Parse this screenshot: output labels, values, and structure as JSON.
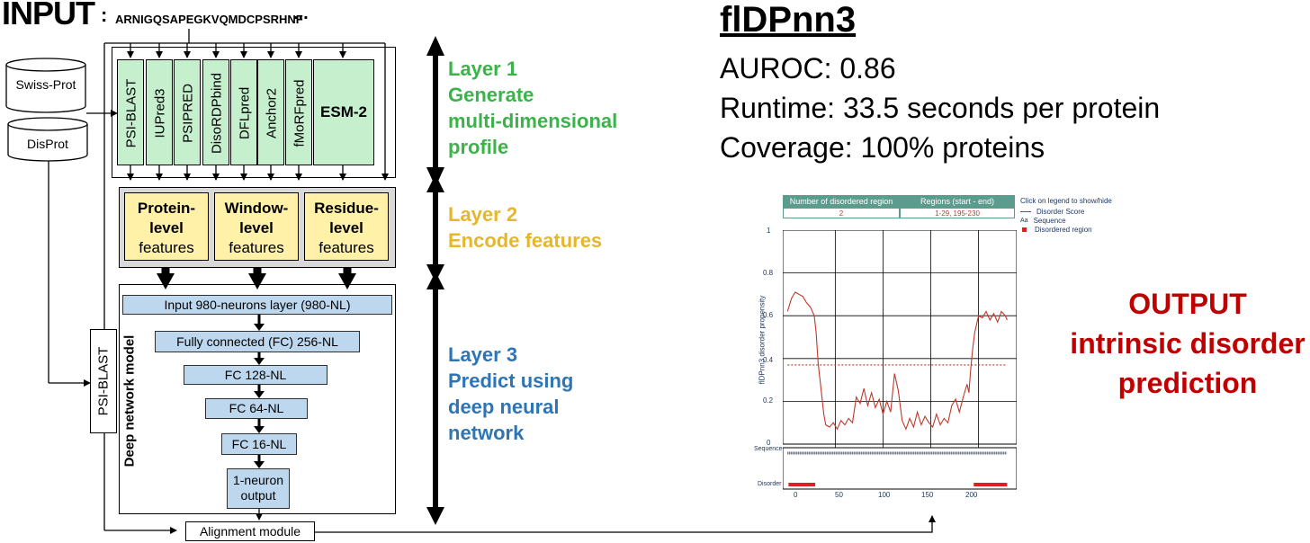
{
  "input": {
    "title": "INPUT",
    "colon": ":",
    "sequence": "ARNIGQSAPEGKVQMDCPSRHNF",
    "ellipsis": "..."
  },
  "databases": [
    "Swiss-Prot",
    "DisProt"
  ],
  "tools": [
    "PSI-BLAST",
    "IUPred3",
    "PSIPRED",
    "DisoRDPbind",
    "DFLpred",
    "Anchor2",
    "fMoRFpred"
  ],
  "esm_label": "ESM-2",
  "features": [
    {
      "bold1": "Protein-",
      "bold2": "level",
      "plain": "features"
    },
    {
      "bold1": "Window-",
      "bold2": "level",
      "plain": "features"
    },
    {
      "bold1": "Residue-",
      "bold2": "level",
      "plain": "features"
    }
  ],
  "network": {
    "title": "Deep network model",
    "layers": [
      "Input 980-neurons layer (980-NL)",
      "Fully connected (FC) 256-NL",
      "FC 128-NL",
      "FC 64-NL",
      "FC 16-NL"
    ],
    "output_line1": "1-neuron",
    "output_line2": "output"
  },
  "side_psiblast": "PSI-BLAST",
  "alignment_label": "Alignment module",
  "layer_labels": [
    {
      "lines": [
        "Layer 1",
        "Generate",
        "multi-dimensional",
        "profile"
      ],
      "color": "#3cb34a"
    },
    {
      "lines": [
        "Layer 2",
        "Encode features"
      ],
      "color": "#e5b72b"
    },
    {
      "lines": [
        "Layer 3",
        "Predict using",
        "deep neural",
        "network"
      ],
      "color": "#2e75b6"
    }
  ],
  "right": {
    "title": "flDPnn3",
    "auroc": "AUROC: 0.86",
    "runtime": "Runtime: 33.5 seconds per protein",
    "coverage": "Coverage: 100% proteins",
    "output_lines": [
      "OUTPUT",
      "intrinsic disorder",
      "prediction"
    ]
  },
  "plot": {
    "table_headers": [
      "Number of disordered region",
      "Regions (start - end)"
    ],
    "table_values": [
      "2",
      "1-29, 195-230"
    ],
    "legend_title": "Click on legend to show/hide",
    "legend_items": [
      "Disorder Score",
      "Sequence",
      "Disordered region"
    ],
    "legend_aa": "Aa",
    "ylabel": "flDPnn3 disorder propensity",
    "yticks": [
      "1",
      "0.8",
      "0.6",
      "0.4",
      "0.2",
      "0"
    ],
    "xticks": [
      "0",
      "50",
      "100",
      "150",
      "200"
    ],
    "track_labels": [
      "Sequence",
      "Disorder"
    ],
    "colors": {
      "line": "#c0392b",
      "header": "#5b9c8f"
    }
  },
  "chart_data": {
    "type": "line",
    "ylabel": "flDPnn3 disorder propensity",
    "ylim": [
      0,
      1
    ],
    "xlim": [
      -5,
      240
    ],
    "threshold": 0.37,
    "disordered_regions": [
      [
        1,
        29
      ],
      [
        195,
        230
      ]
    ],
    "x": [
      0,
      4,
      8,
      12,
      16,
      20,
      24,
      28,
      30,
      32,
      34,
      36,
      38,
      40,
      44,
      48,
      52,
      56,
      60,
      64,
      68,
      72,
      76,
      80,
      84,
      88,
      92,
      96,
      100,
      104,
      108,
      112,
      116,
      120,
      124,
      128,
      132,
      136,
      140,
      144,
      148,
      152,
      156,
      160,
      164,
      168,
      172,
      176,
      180,
      184,
      188,
      190,
      192,
      194,
      196,
      198,
      200,
      204,
      208,
      212,
      216,
      220,
      224,
      228,
      230
    ],
    "values": [
      0.62,
      0.68,
      0.71,
      0.7,
      0.69,
      0.66,
      0.64,
      0.6,
      0.52,
      0.38,
      0.3,
      0.22,
      0.14,
      0.09,
      0.08,
      0.1,
      0.07,
      0.11,
      0.09,
      0.12,
      0.1,
      0.22,
      0.19,
      0.26,
      0.18,
      0.24,
      0.17,
      0.21,
      0.14,
      0.2,
      0.15,
      0.33,
      0.25,
      0.11,
      0.07,
      0.12,
      0.08,
      0.15,
      0.09,
      0.13,
      0.1,
      0.08,
      0.14,
      0.09,
      0.12,
      0.1,
      0.18,
      0.21,
      0.15,
      0.22,
      0.28,
      0.24,
      0.36,
      0.45,
      0.52,
      0.56,
      0.6,
      0.59,
      0.62,
      0.58,
      0.61,
      0.57,
      0.62,
      0.6,
      0.58
    ]
  }
}
